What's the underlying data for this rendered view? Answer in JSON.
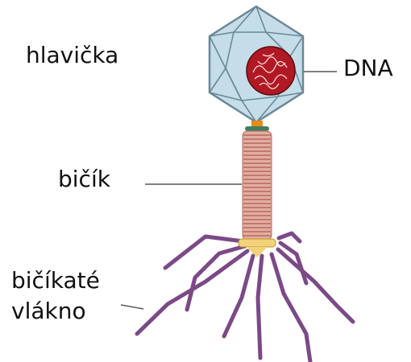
{
  "labels": {
    "head": "hlavička",
    "dna": "DNA",
    "tail": "bičík",
    "tail_fibers_line1": "bičíkaté",
    "tail_fibers_line2": "vlákno"
  },
  "colors": {
    "capsid_fill": "#c5dde8",
    "capsid_stroke": "#6c8796",
    "dna_fill": "#b01924",
    "collar": "#e98a12",
    "collar_ring": "#3f7f5f",
    "tail_sheath": "#e3ada0",
    "tail_sheath_line": "#b5695c",
    "baseplate": "#f2d27a",
    "fibers": "#7b4a86",
    "leader_line": "#555555"
  }
}
